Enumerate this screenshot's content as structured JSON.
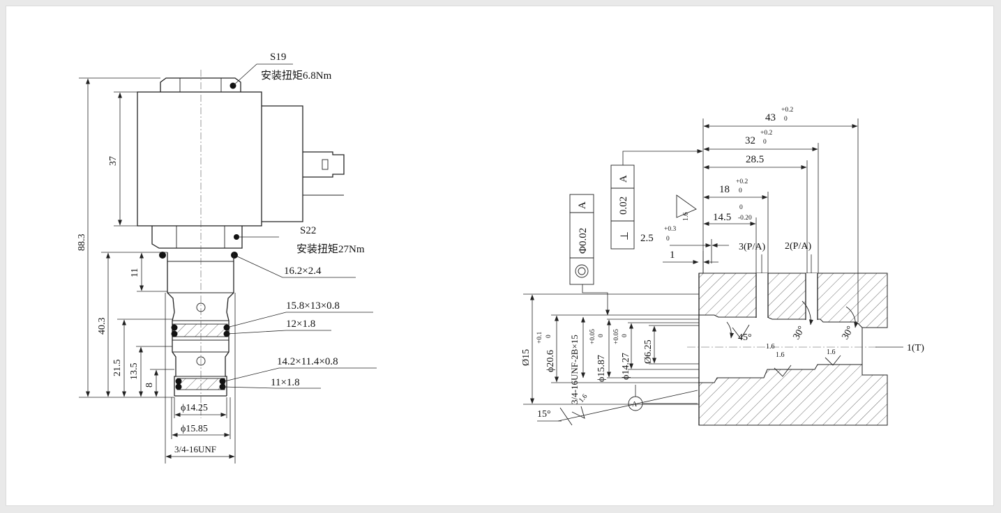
{
  "left_view": {
    "nut_top_label": "S19",
    "nut_top_torque": "安装扭矩6.8Nm",
    "nut_bottom_label": "S22",
    "nut_bottom_torque": "安装扭矩27Nm",
    "dim_total_height": "88.3",
    "dim_coil_height": "37",
    "dim_11": "11",
    "dim_40_3": "40.3",
    "dim_21_5": "21.5",
    "dim_13_5": "13.5",
    "dim_8": "8",
    "oring_1": "16.2×2.4",
    "oring_2": "15.8×13×0.8",
    "oring_3": "12×1.8",
    "oring_4": "14.2×11.4×0.8",
    "oring_5": "11×1.8",
    "dia_1": "ϕ14.25",
    "dia_2": "ϕ15.85",
    "thread": "3/4-16UNF"
  },
  "right_view": {
    "dim_43": "43",
    "tol_43_upper": "+0.2",
    "tol_43_lower": "0",
    "dim_32": "32",
    "tol_32_upper": "+0.2",
    "tol_32_lower": "0",
    "dim_28_5": "28.5",
    "dim_18": "18",
    "tol_18_upper": "+0.2",
    "tol_18_lower": "0",
    "dim_14_5": "14.5",
    "tol_14_5_upper": "0",
    "tol_14_5_lower": "-0.20",
    "dim_2_5": "2.5",
    "tol_2_5_upper": "+0.3",
    "tol_2_5_lower": "0",
    "dim_1": "1",
    "port_3": "3(P/A)",
    "port_2": "2(P/A)",
    "port_1": "1(T)",
    "perp_symbol": "⊥",
    "perp_tol": "0.02",
    "perp_datum": "A",
    "coax_tol": "Φ0.02",
    "coax_datum": "A",
    "datum_label": "A",
    "roughness": "1.6",
    "angle_45": "45°",
    "angle_30": "30°",
    "angle_15": "15°",
    "dia_15": "Ø15",
    "dia_20_6": "ϕ20.6",
    "tol_20_6_upper": "+0.1",
    "tol_20_6_lower": "0",
    "thread_bore": "3/4-16UNF-2B×15",
    "dia_15_87": "ϕ15.87",
    "tol_15_87_upper": "+0.05",
    "tol_15_87_lower": "0",
    "dia_14_27": "ϕ14.27",
    "tol_14_27_upper": "+0.05",
    "tol_14_27_lower": "0",
    "dia_6_25": "Ø6.25"
  }
}
